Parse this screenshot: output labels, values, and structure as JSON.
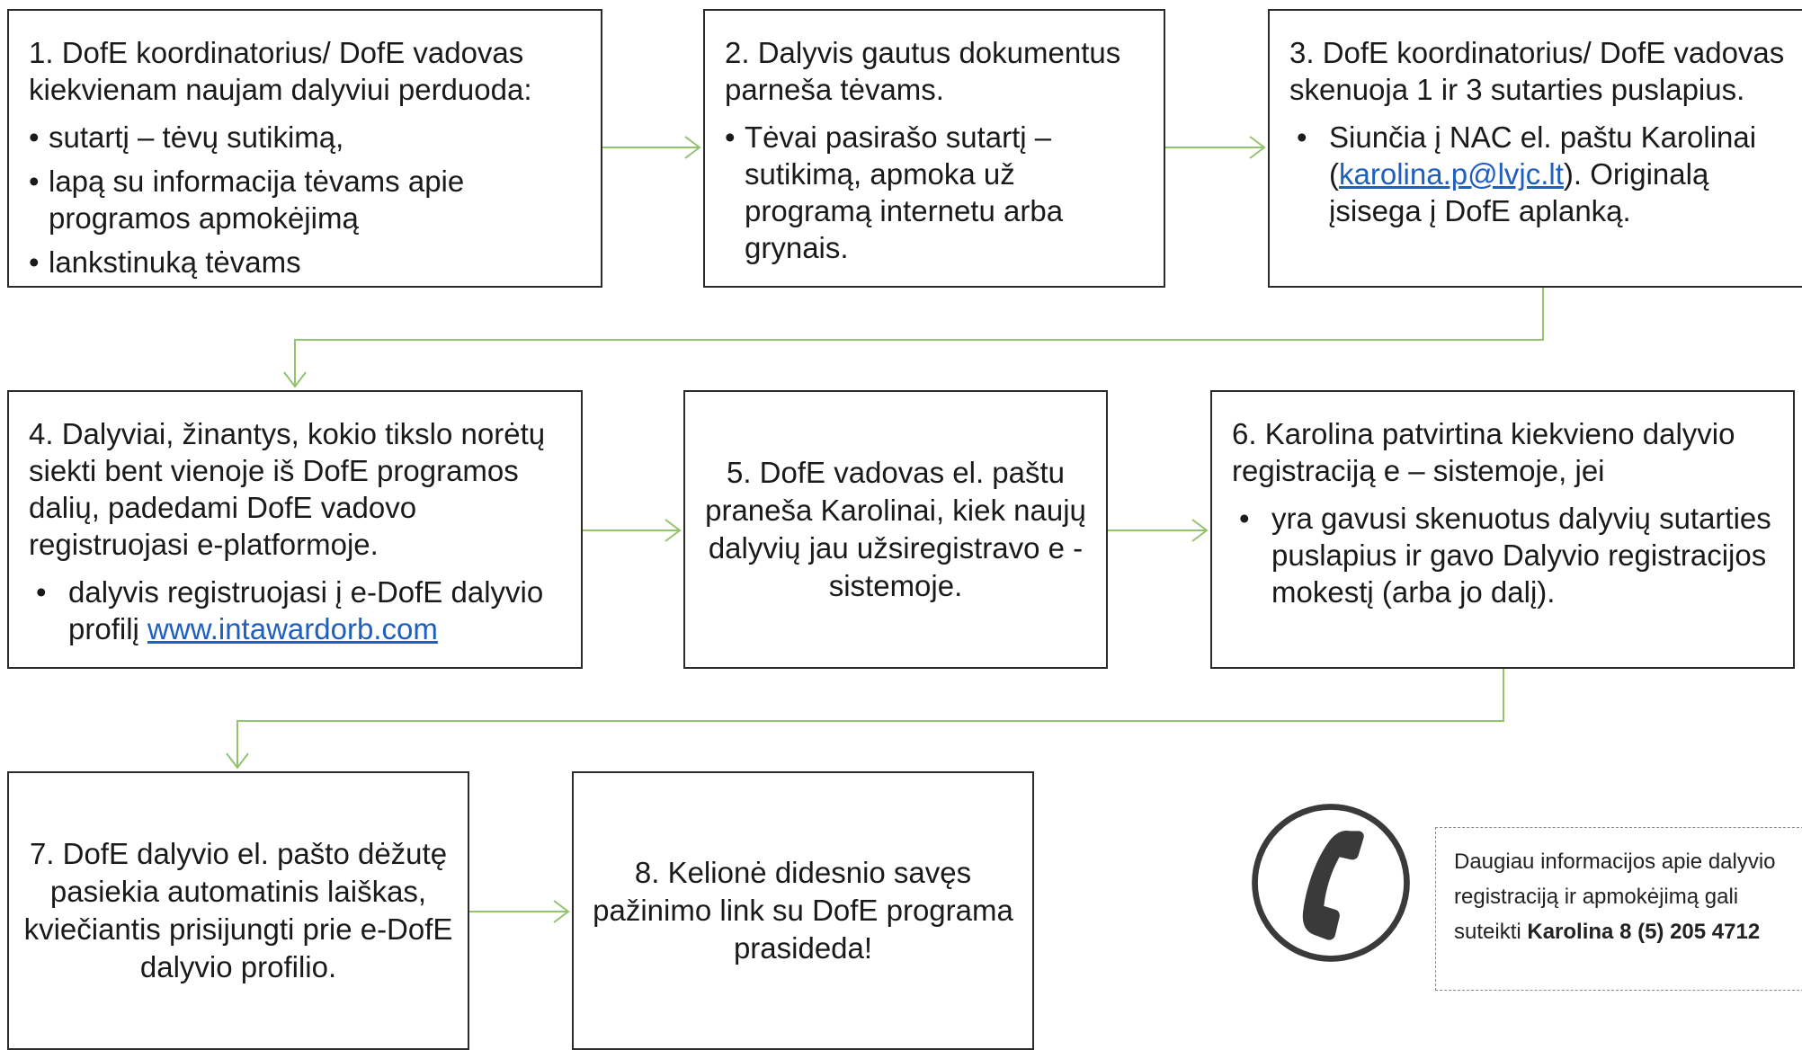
{
  "steps": {
    "s1": {
      "text": "1. DofE koordinatorius/ DofE vadovas kiekvienam naujam dalyviui perduoda:",
      "bullets": [
        "sutartį – tėvų sutikimą,",
        "lapą su informacija tėvams apie programos apmokėjimą",
        "lankstinuką tėvams"
      ]
    },
    "s2": {
      "text": "2. Dalyvis gautus dokumentus parneša tėvams.",
      "bullets": [
        "Tėvai pasirašo sutartį – sutikimą, apmoka už programą internetu arba grynais."
      ]
    },
    "s3": {
      "text": "3. DofE koordinatorius/ DofE vadovas skenuoja 1 ir 3 sutarties puslapius.",
      "bullet_before": "Siunčia į NAC el. paštu Karolinai (",
      "bullet_link": "karolina.p@lvjc.lt",
      "bullet_after": "). Originalą įsisega į DofE aplanką."
    },
    "s4": {
      "text": "4. Dalyviai, žinantys, kokio tikslo norėtų siekti bent vienoje iš DofE programos dalių, padedami DofE vadovo registruojasi e-platformoje.",
      "bullet_before": "dalyvis registruojasi į e-DofE dalyvio profilį ",
      "bullet_link": "www.intawardorb.com"
    },
    "s5": {
      "text": "5. DofE vadovas el. paštu praneša Karolinai, kiek naujų dalyvių jau užsiregistravo e - sistemoje."
    },
    "s6": {
      "text": "6. Karolina patvirtina kiekvieno dalyvio registraciją e – sistemoje, jei",
      "bullets": [
        "yra gavusi skenuotus dalyvių sutarties puslapius ir gavo Dalyvio registracijos mokestį (arba jo dalį)."
      ]
    },
    "s7": {
      "text": "7. DofE dalyvio el. pašto dėžutę pasiekia automatinis laiškas, kviečiantis prisijungti prie e-DofE dalyvio profilio."
    },
    "s8": {
      "text": "8. Kelionė didesnio savęs pažinimo link su DofE programa prasideda!"
    }
  },
  "info": {
    "line1": "Daugiau informacijos apie dalyvio",
    "line2": "registraciją ir apmokėjimą gali",
    "line3_prefix": "suteikti ",
    "contact": "Karolina 8 (5) 205 4712"
  },
  "colors": {
    "connector": "#92c36e",
    "border": "#2b2b2b",
    "link": "#1f5fbf"
  },
  "icons": {
    "phone": "phone-icon"
  }
}
